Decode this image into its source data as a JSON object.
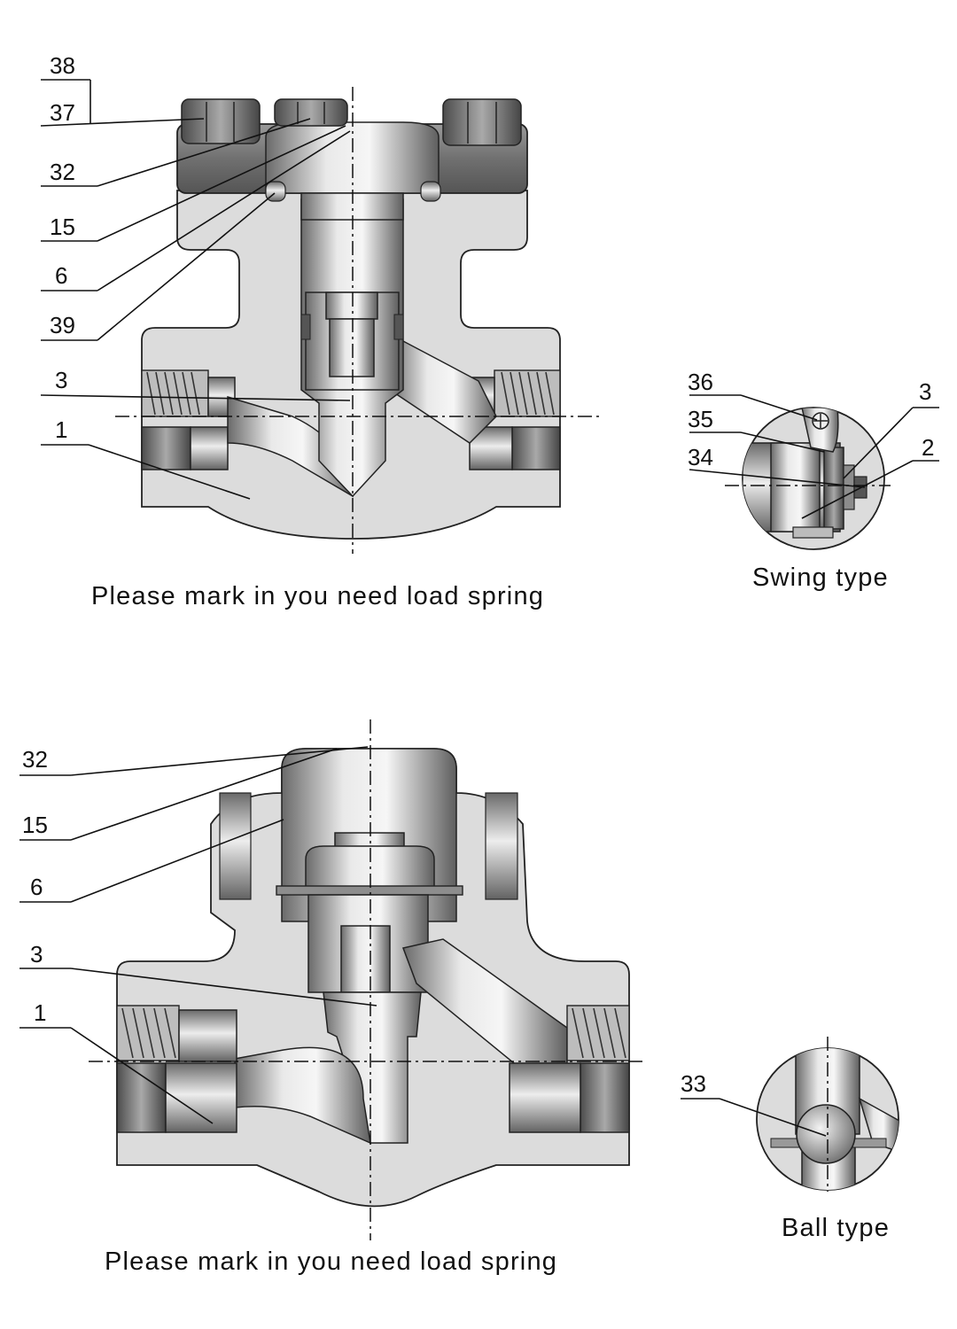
{
  "top_view": {
    "labels": [
      "38",
      "37",
      "32",
      "15",
      "6",
      "39",
      "3",
      "1"
    ],
    "caption": "Please mark in you need load spring"
  },
  "swing_detail": {
    "labels": [
      "36",
      "35",
      "34",
      "3",
      "2"
    ],
    "caption": "Swing type"
  },
  "bottom_view": {
    "labels": [
      "32",
      "15",
      "6",
      "3",
      "1"
    ],
    "caption": "Please mark in you need load spring"
  },
  "ball_detail": {
    "labels": [
      "33"
    ],
    "caption": "Ball type"
  },
  "colors": {
    "body_fill": "#dcdcdc",
    "line": "#222222",
    "metal_dark": "#6f6f6f",
    "metal_light": "#f2f2f2"
  }
}
